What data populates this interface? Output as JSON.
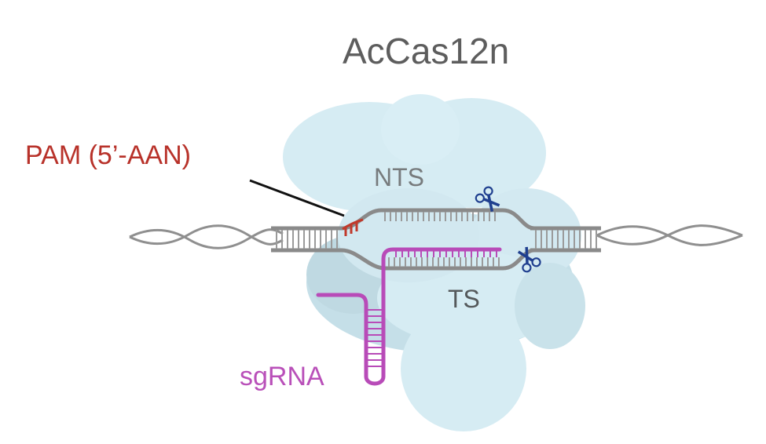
{
  "title": "AcCas12n",
  "labels": {
    "pam": "PAM (5’-AAN)",
    "nts": "NTS",
    "ts": "TS",
    "sgrna": "sgRNA"
  },
  "colors": {
    "protein": "#d6ecf3",
    "protein_shadow": "#bcd7e0",
    "dna": "#8a8a8a",
    "pam": "#c0392b",
    "sgrna": "#b84bb8",
    "scissors": "#1f3f8f",
    "title": "#5d5d5d"
  },
  "icons": [
    "scissors-icon",
    "scissors-icon"
  ]
}
